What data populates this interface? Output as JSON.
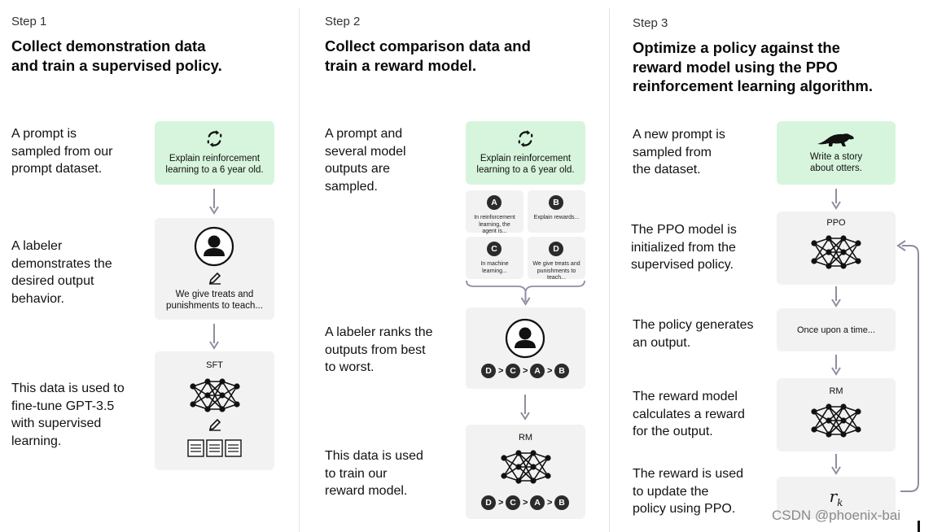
{
  "step1": {
    "label": "Step 1",
    "title_line1": "Collect demonstration data",
    "title_line2": "and train a supervised policy.",
    "desc1": [
      "A prompt is",
      "sampled from our",
      "prompt dataset."
    ],
    "desc2": [
      "A labeler",
      "demonstrates the",
      "desired output",
      "behavior."
    ],
    "desc3": [
      "This data is used to",
      "fine-tune GPT-3.5",
      "with supervised",
      "learning."
    ],
    "prompt_box": [
      "Explain reinforcement",
      "learning to a 6 year old."
    ],
    "demo_box": [
      "We give treats and",
      "punishments to teach..."
    ],
    "model_label": "SFT"
  },
  "step2": {
    "label": "Step 2",
    "title_line1": "Collect comparison data and",
    "title_line2": "train a reward model.",
    "desc1": [
      "A prompt and",
      "several model",
      "outputs are",
      "sampled."
    ],
    "desc2": [
      "A labeler ranks the",
      "outputs from best",
      "to worst."
    ],
    "desc3": [
      "This data is used",
      "to train our",
      "reward model."
    ],
    "prompt_box": [
      "Explain reinforcement",
      "learning to a 6 year old."
    ],
    "outputs": [
      {
        "letter": "A",
        "text": [
          "In reinforcement",
          "learning, the",
          "agent is..."
        ]
      },
      {
        "letter": "B",
        "text": [
          "Explain rewards..."
        ]
      },
      {
        "letter": "C",
        "text": [
          "In machine",
          "learning..."
        ]
      },
      {
        "letter": "D",
        "text": [
          "We give treats and",
          "punishments to",
          "teach..."
        ]
      }
    ],
    "ranking": [
      "D",
      "C",
      "A",
      "B"
    ],
    "gt": ">",
    "model_label": "RM"
  },
  "step3": {
    "label": "Step 3",
    "title_line1": "Optimize a policy against the",
    "title_line2": "reward model using the PPO",
    "title_line3": "reinforcement learning algorithm.",
    "desc1": [
      "A new prompt is",
      "sampled from",
      "the dataset."
    ],
    "desc2": [
      "The PPO model is",
      "initialized from the",
      "supervised policy."
    ],
    "desc3": [
      "The policy generates",
      "an output."
    ],
    "desc4": [
      "The reward model",
      "calculates a reward",
      "for the output."
    ],
    "desc5": [
      "The reward is used",
      "to update the",
      "policy using PPO."
    ],
    "prompt_box": [
      "Write a story",
      "about otters."
    ],
    "ppo_label": "PPO",
    "output_text": "Once upon a time...",
    "rm_label": "RM",
    "reward_symbol": "r",
    "reward_sub": "k"
  },
  "watermark": "CSDN @phoenix-bai",
  "colors": {
    "prompt_green": "#d7f5dc",
    "box_gray": "#f2f2f2",
    "arrow_gray": "#8e8ea0",
    "circle_dark": "#2b2b2b"
  }
}
